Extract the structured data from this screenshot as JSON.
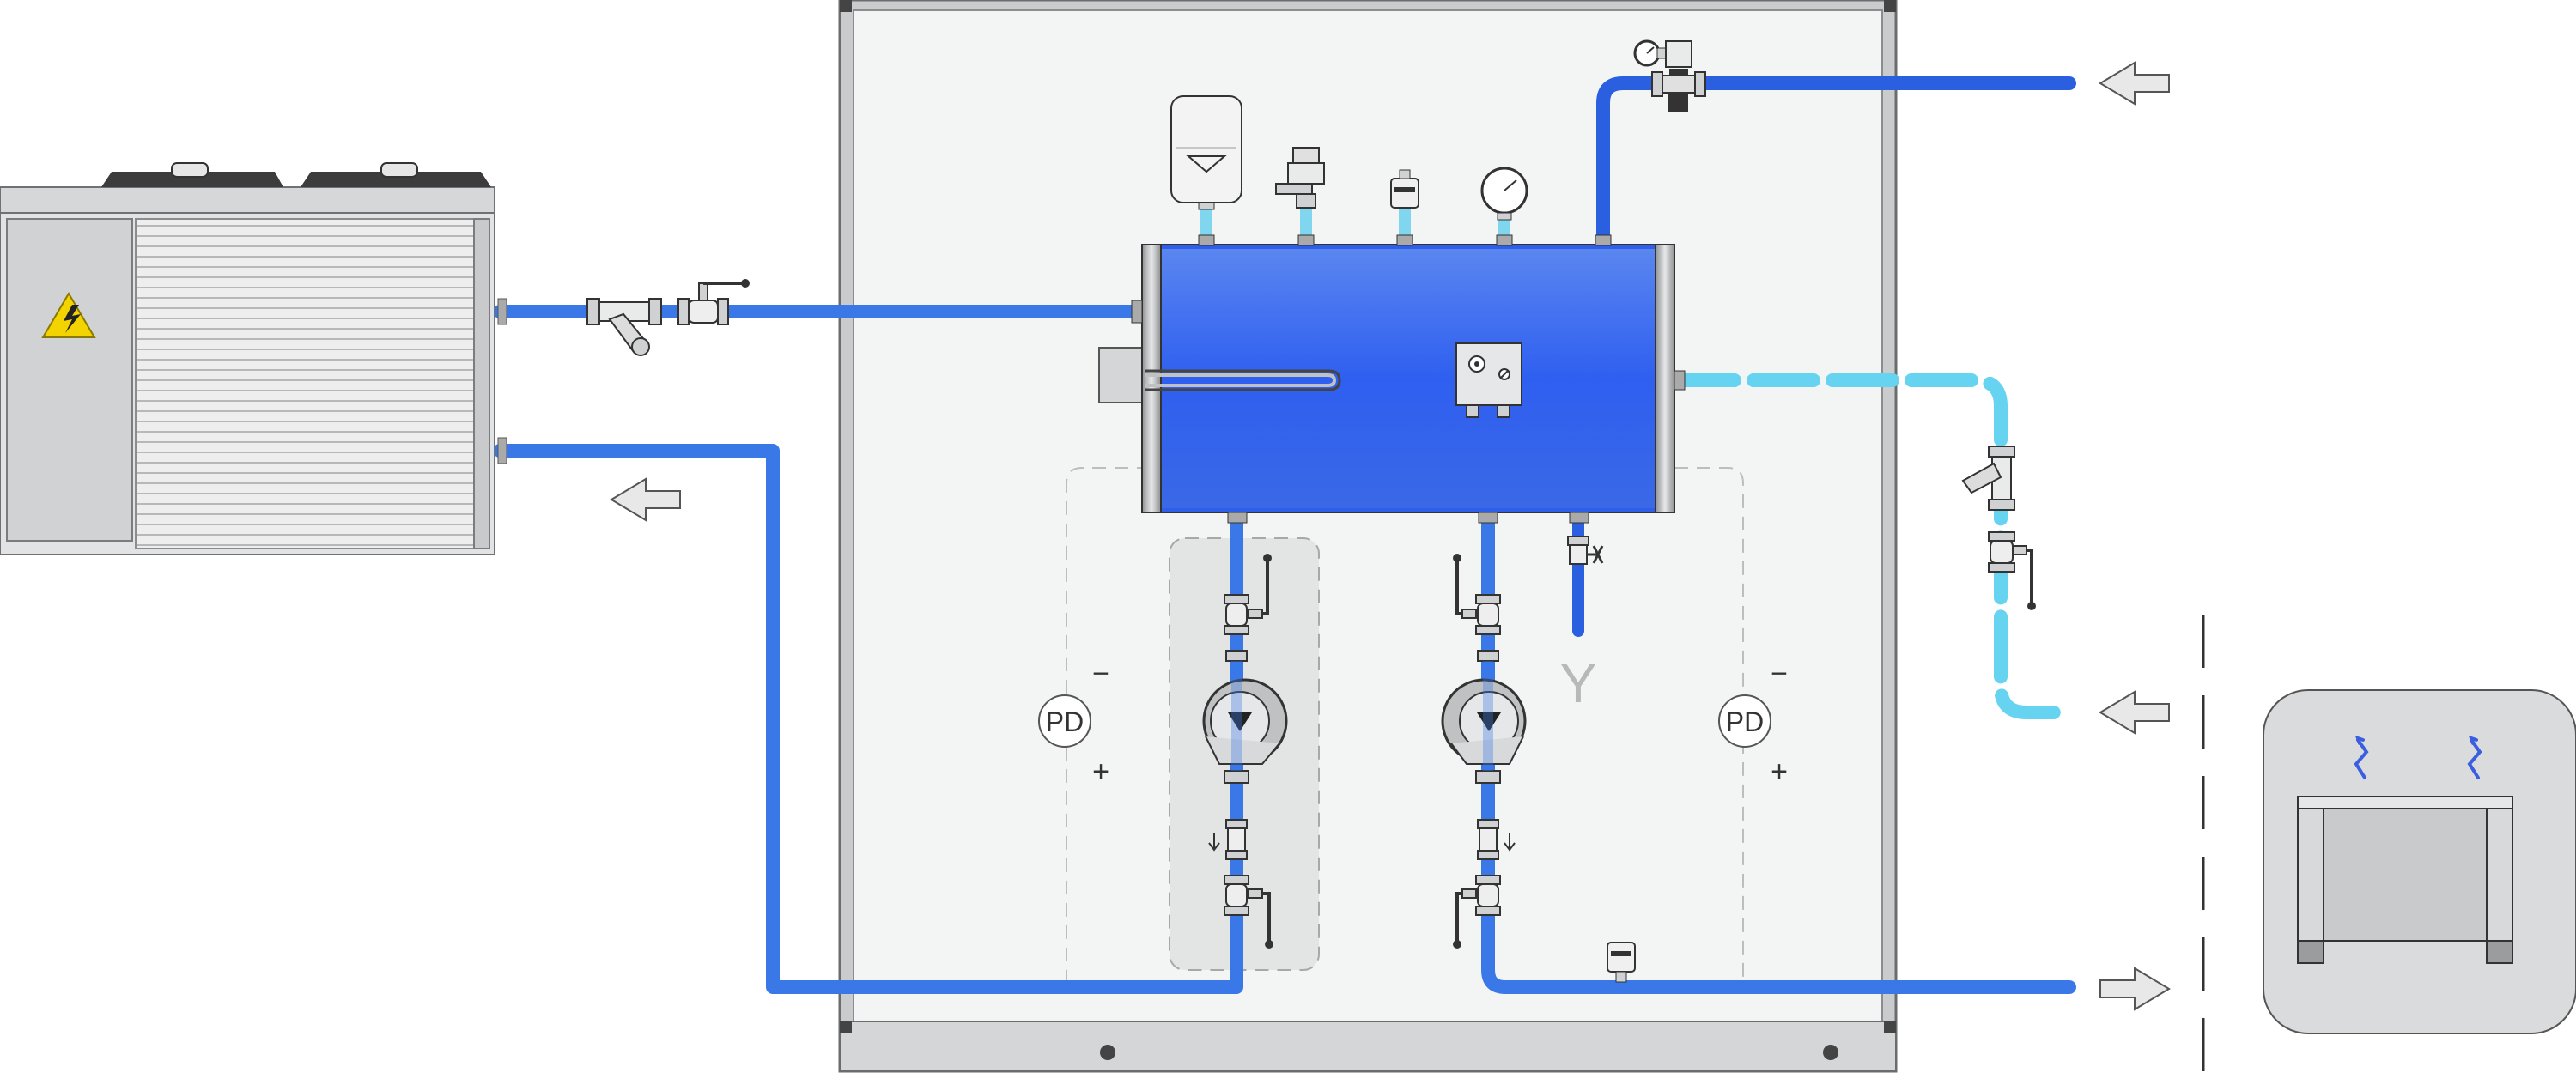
{
  "diagram": {
    "labels": {
      "pd_left": "PD",
      "pd_right": "PD",
      "minus": "−",
      "plus": "+",
      "drain": "Y"
    },
    "icons": {
      "warning": "electrical-hazard-icon",
      "arrow_supply_in": "arrow-left-icon",
      "arrow_return_in": "arrow-left-icon",
      "arrow_out": "arrow-right-icon",
      "arrow_return_unit": "arrow-left-icon",
      "heat_waves": "heat-wave-icon"
    },
    "colors": {
      "flow_pipe": "#3a78e8",
      "hot_pipe": "#2a5fe0",
      "return_pipe_dashed": "#66d4f0",
      "tank": "#3b63e8",
      "panel": "#f3f4f4",
      "frame": "#c9cbcc",
      "warning_fill": "#f4d400"
    }
  }
}
